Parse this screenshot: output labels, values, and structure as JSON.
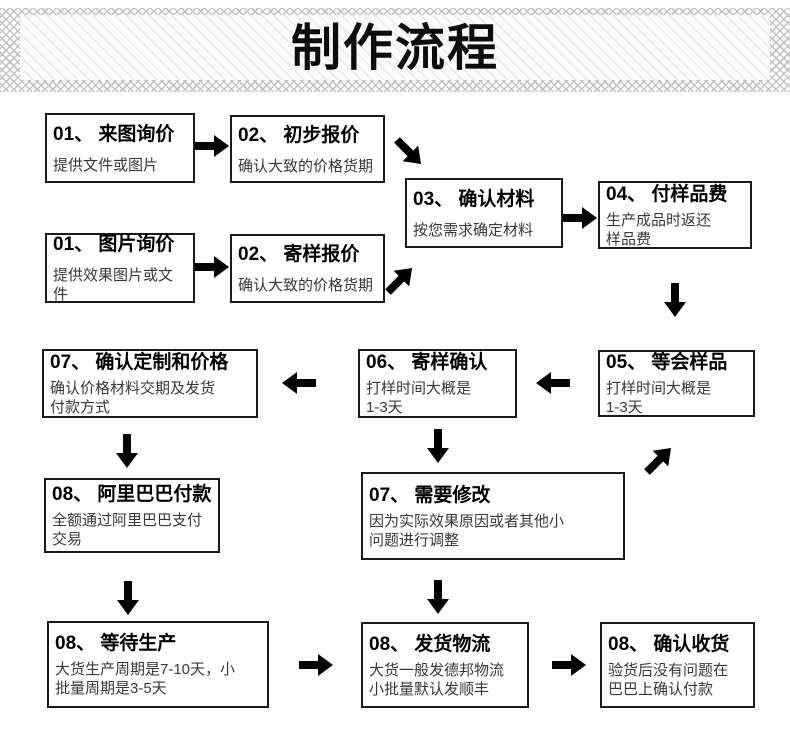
{
  "header": {
    "title": "制作流程"
  },
  "flow": {
    "boxes": [
      {
        "title": "01、 来图询价",
        "body": "提供文件或图片"
      },
      {
        "title": "02、 初步报价",
        "body": "确认大致的价格货期"
      },
      {
        "title": "03、 确认材料",
        "body": "按您需求确定材料"
      },
      {
        "title": "04、 付样品费",
        "body": "生产成品时返还\n样品费"
      },
      {
        "title": "01、 图片询价",
        "body": "提供效果图片或文件"
      },
      {
        "title": "02、 寄样报价",
        "body": "确认大致的价格货期"
      },
      {
        "title": "07、 确认定制和价格",
        "body": "确认价格材料交期及发货\n付款方式"
      },
      {
        "title": "06、 寄样确认",
        "body": "打样时间大概是\n1-3天"
      },
      {
        "title": "05、 等会样品",
        "body": "打样时间大概是\n1-3天"
      },
      {
        "title": "08、 阿里巴巴付款",
        "body": "全额通过阿里巴巴支付\n交易"
      },
      {
        "title": "07、 需要修改",
        "body": "因为实际效果原因或者其他小\n问题进行调整"
      },
      {
        "title": "08、 等待生产",
        "body": "大货生产周期是7-10天，小\n批量周期是3-5天"
      },
      {
        "title": "08、 发货物流",
        "body": "大货一般发德邦物流\n小批量默认发顺丰"
      },
      {
        "title": "08、 确认收货",
        "body": "验货后没有问题在\n巴巴上确认付款"
      }
    ],
    "arrows": [
      {
        "direction": "right",
        "from": "01 来图询价",
        "to": "02 初步报价"
      },
      {
        "direction": "down-right",
        "from": "02 初步报价",
        "to": "03 确认材料"
      },
      {
        "direction": "right",
        "from": "03 确认材料",
        "to": "04 付样品费"
      },
      {
        "direction": "right",
        "from": "01 图片询价",
        "to": "02 寄样报价"
      },
      {
        "direction": "up-right",
        "from": "02 寄样报价",
        "to": "03 确认材料"
      },
      {
        "direction": "down",
        "from": "04 付样品费",
        "to": "05 等会样品"
      },
      {
        "direction": "left",
        "from": "05 等会样品",
        "to": "06 寄样确认"
      },
      {
        "direction": "left",
        "from": "06 寄样确认",
        "to": "07 确认定制和价格"
      },
      {
        "direction": "down",
        "from": "07 确认定制和价格",
        "to": "08 阿里巴巴付款"
      },
      {
        "direction": "down",
        "from": "06 寄样确认",
        "to": "07 需要修改"
      },
      {
        "direction": "up-right",
        "from": "07 需要修改",
        "to": "05 等会样品"
      },
      {
        "direction": "down",
        "from": "08 阿里巴巴付款",
        "to": "08 等待生产"
      },
      {
        "direction": "down",
        "from": "07 需要修改",
        "to": "08 发货物流"
      },
      {
        "direction": "right",
        "from": "08 等待生产",
        "to": "08 发货物流"
      },
      {
        "direction": "right",
        "from": "08 发货物流",
        "to": "08 确认收货"
      }
    ]
  },
  "colors": {
    "box_border": "#1a1a1a",
    "arrow": "#000000",
    "header_pattern": "#c3c3c3",
    "title_text": "#0d0d0d",
    "body_text": "#383838"
  }
}
